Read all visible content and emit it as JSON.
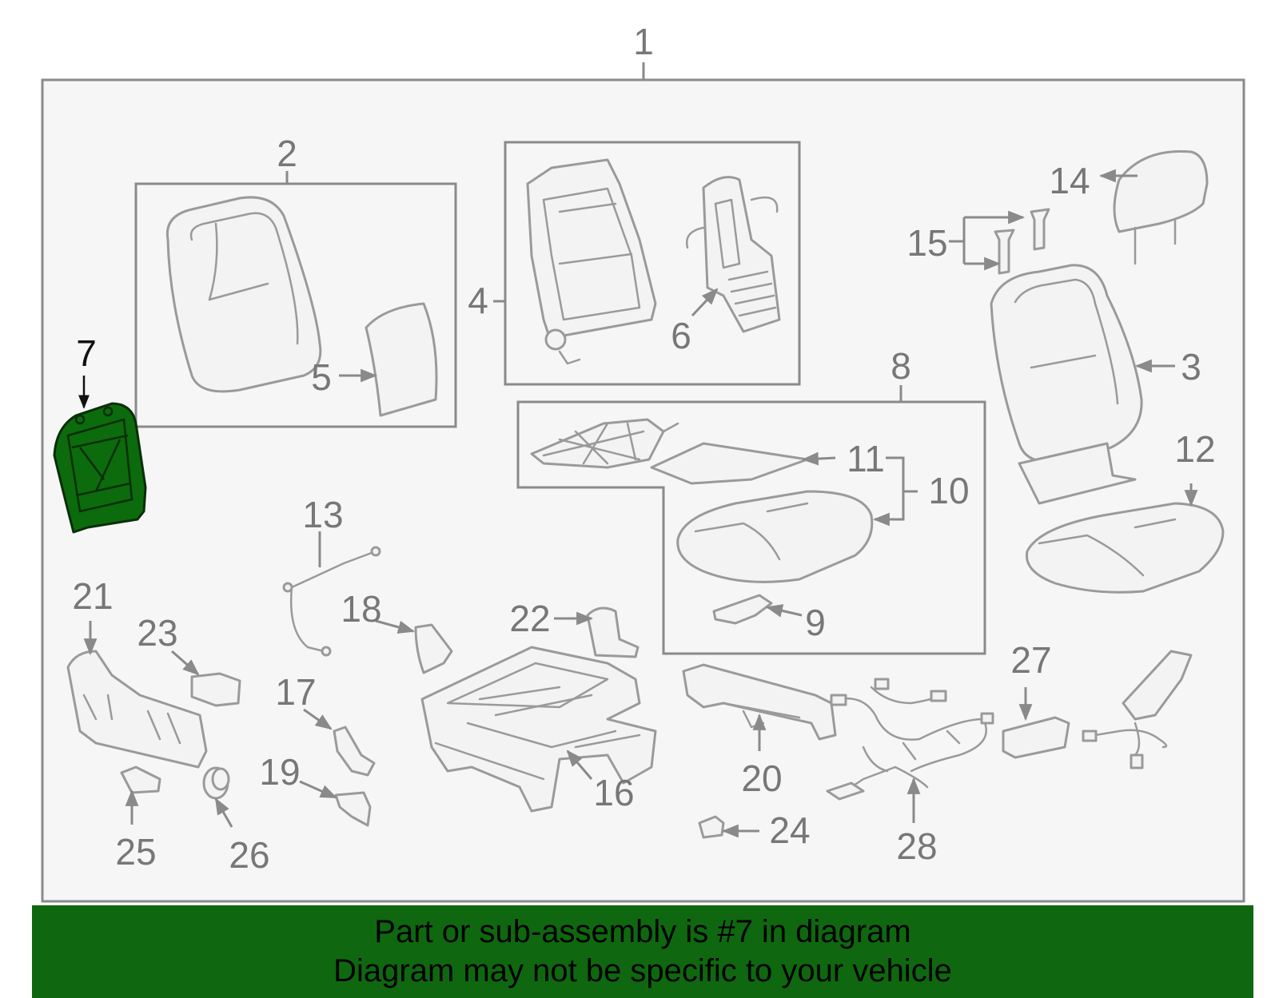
{
  "callouts": [
    "1",
    "2",
    "3",
    "4",
    "5",
    "6",
    "7",
    "8",
    "9",
    "10",
    "11",
    "12",
    "13",
    "14",
    "15",
    "16",
    "17",
    "18",
    "19",
    "20",
    "21",
    "22",
    "23",
    "24",
    "25",
    "26",
    "27",
    "28"
  ],
  "highlighted_callout": "7",
  "colors": {
    "highlight_fill": "#0c6b0c",
    "banner_background": "#0f680f",
    "line_art": "#9a9a9a",
    "frame_background": "#f6f6f6"
  },
  "banner": {
    "line1": "Part or sub-assembly is #7 in diagram",
    "line2": "Diagram may not be specific to your vehicle"
  }
}
